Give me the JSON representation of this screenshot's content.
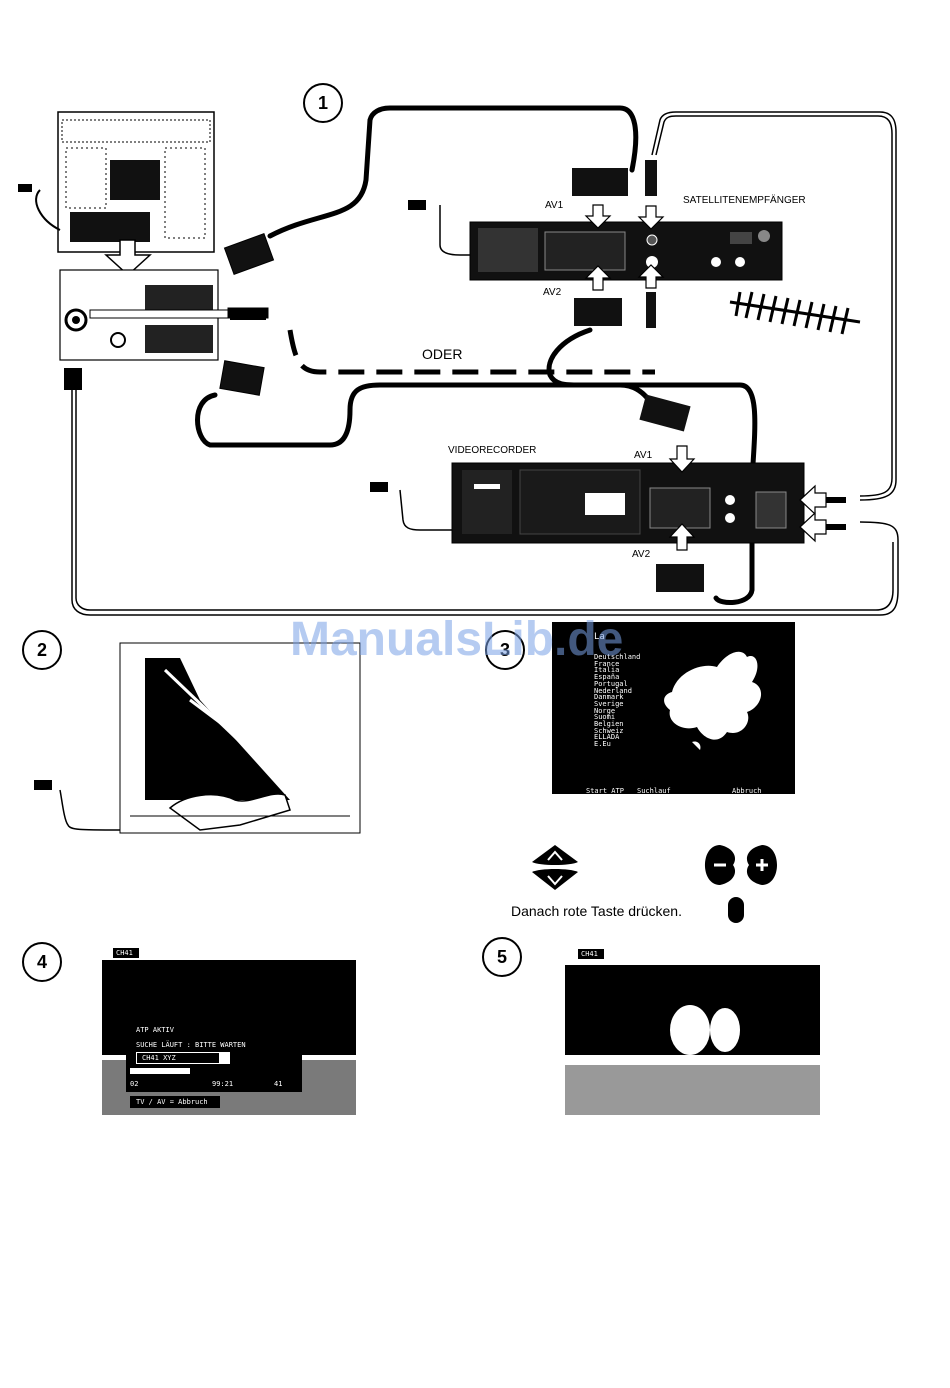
{
  "steps": {
    "s1": "1",
    "s2": "2",
    "s3": "3",
    "s4": "4",
    "s5": "5"
  },
  "labels": {
    "satellite": "SATELLITENEMPFÄNGER",
    "av1_sat": "AV1",
    "av2_sat": "AV2",
    "oder": "ODER",
    "vcr": "VIDEORECORDER",
    "av1_vcr": "AV1",
    "av2_vcr": "AV2"
  },
  "watermark": "ManualsLib.de",
  "screen3": {
    "header": "La",
    "languages": [
      "Deutschland",
      "France",
      "Italia",
      "España",
      "Portugal",
      "Nederland",
      "Danmark",
      "Sverige",
      "Norge",
      "Suomi",
      "Belgien",
      "Schweiz",
      "ELLADA",
      "E.Eu"
    ],
    "footer_left": "Start ATP",
    "footer_mid": "Suchlauf",
    "footer_right": "Abbruch"
  },
  "caption": "Danach rote Taste drücken.",
  "screen4": {
    "channel": "CH41",
    "title": "ATP AKTIV",
    "status": "SUCHE LÄUFT : BITTE WARTEN",
    "current": "CH41   XYZ",
    "start": "02",
    "time": "99:21",
    "end": "41",
    "footer": "TV / AV = Abbruch",
    "progress": 0.4
  },
  "screen5": {
    "channel": "CH41"
  }
}
